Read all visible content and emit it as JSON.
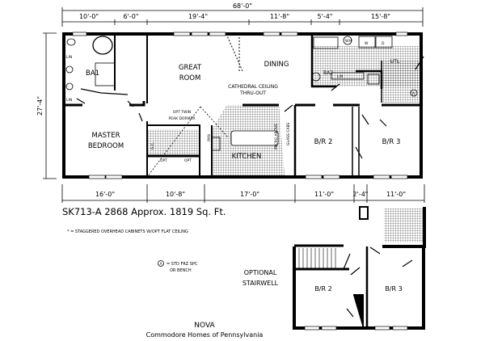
{
  "dimensions": {
    "overall_width": "68'-0\"",
    "depth": "27'-4\"",
    "top": [
      "10'-0\"",
      "6'-0\"",
      "19'-4\"",
      "11'-8\"",
      "5'-4\"",
      "15'-8\""
    ],
    "bottom": [
      "16'-0\"",
      "10'-8\"",
      "17'-0\"",
      "11'-0\"",
      "2'-4\"",
      "11'-0\""
    ]
  },
  "rooms": {
    "ba1": "BA1",
    "great_room_1": "GREAT",
    "great_room_2": "ROOM",
    "dining": "DINING",
    "ba2": "BA2",
    "utl": "UTL",
    "master_1": "MASTER",
    "master_2": "BEDROOM",
    "kitchen": "KITCHEN",
    "br2": "B/R 2",
    "br3": "B/R 3"
  },
  "labels": {
    "cathedral_1": "CATHEDRAL CEILING",
    "cathedral_2": "THRU-OUT",
    "dormer_1": "OPT TWIN",
    "dormer_2": "PEAK DORMER",
    "lin": "LIN",
    "lin_bath": "LIN",
    "lin_bath2": "LIN",
    "w": "W",
    "d": "D",
    "wh": "WH",
    "pan": "PAN",
    "gc": "G.C.",
    "opt_a": "OPT",
    "opt_b": "OPT",
    "micro": "MICRO ABOVE",
    "glass": "GLASS CABS",
    "a_marker": "A"
  },
  "title": "SK713-A 2868  Approx. 1819 Sq. Ft.",
  "note": "* = STAGGERED OVERHEAD CABINETS W/OPT FLAT CEILING",
  "legend": {
    "marker": "A",
    "line1": "= STD FRZ SPC",
    "line2": "OR BENCH"
  },
  "optional": {
    "line1": "OPTIONAL",
    "line2": "STAIRWELL",
    "br2": "B/R 2",
    "br3": "B/R 3"
  },
  "model_name": "NOVA",
  "builder": "Commodore Homes of Pennsylvania"
}
